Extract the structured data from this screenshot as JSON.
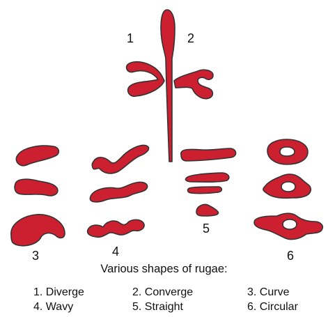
{
  "numbers": [
    "1",
    "2",
    "3",
    "4",
    "5",
    "6"
  ],
  "caption": "Various shapes of rugae:",
  "legend": [
    "1. Diverge",
    "2. Converge",
    "3. Curve",
    "4. Wavy",
    "5. Straight",
    "6. Circular"
  ],
  "colors": {
    "fill": "#cc1f2f",
    "outline": "#333333",
    "text": "#111111"
  }
}
